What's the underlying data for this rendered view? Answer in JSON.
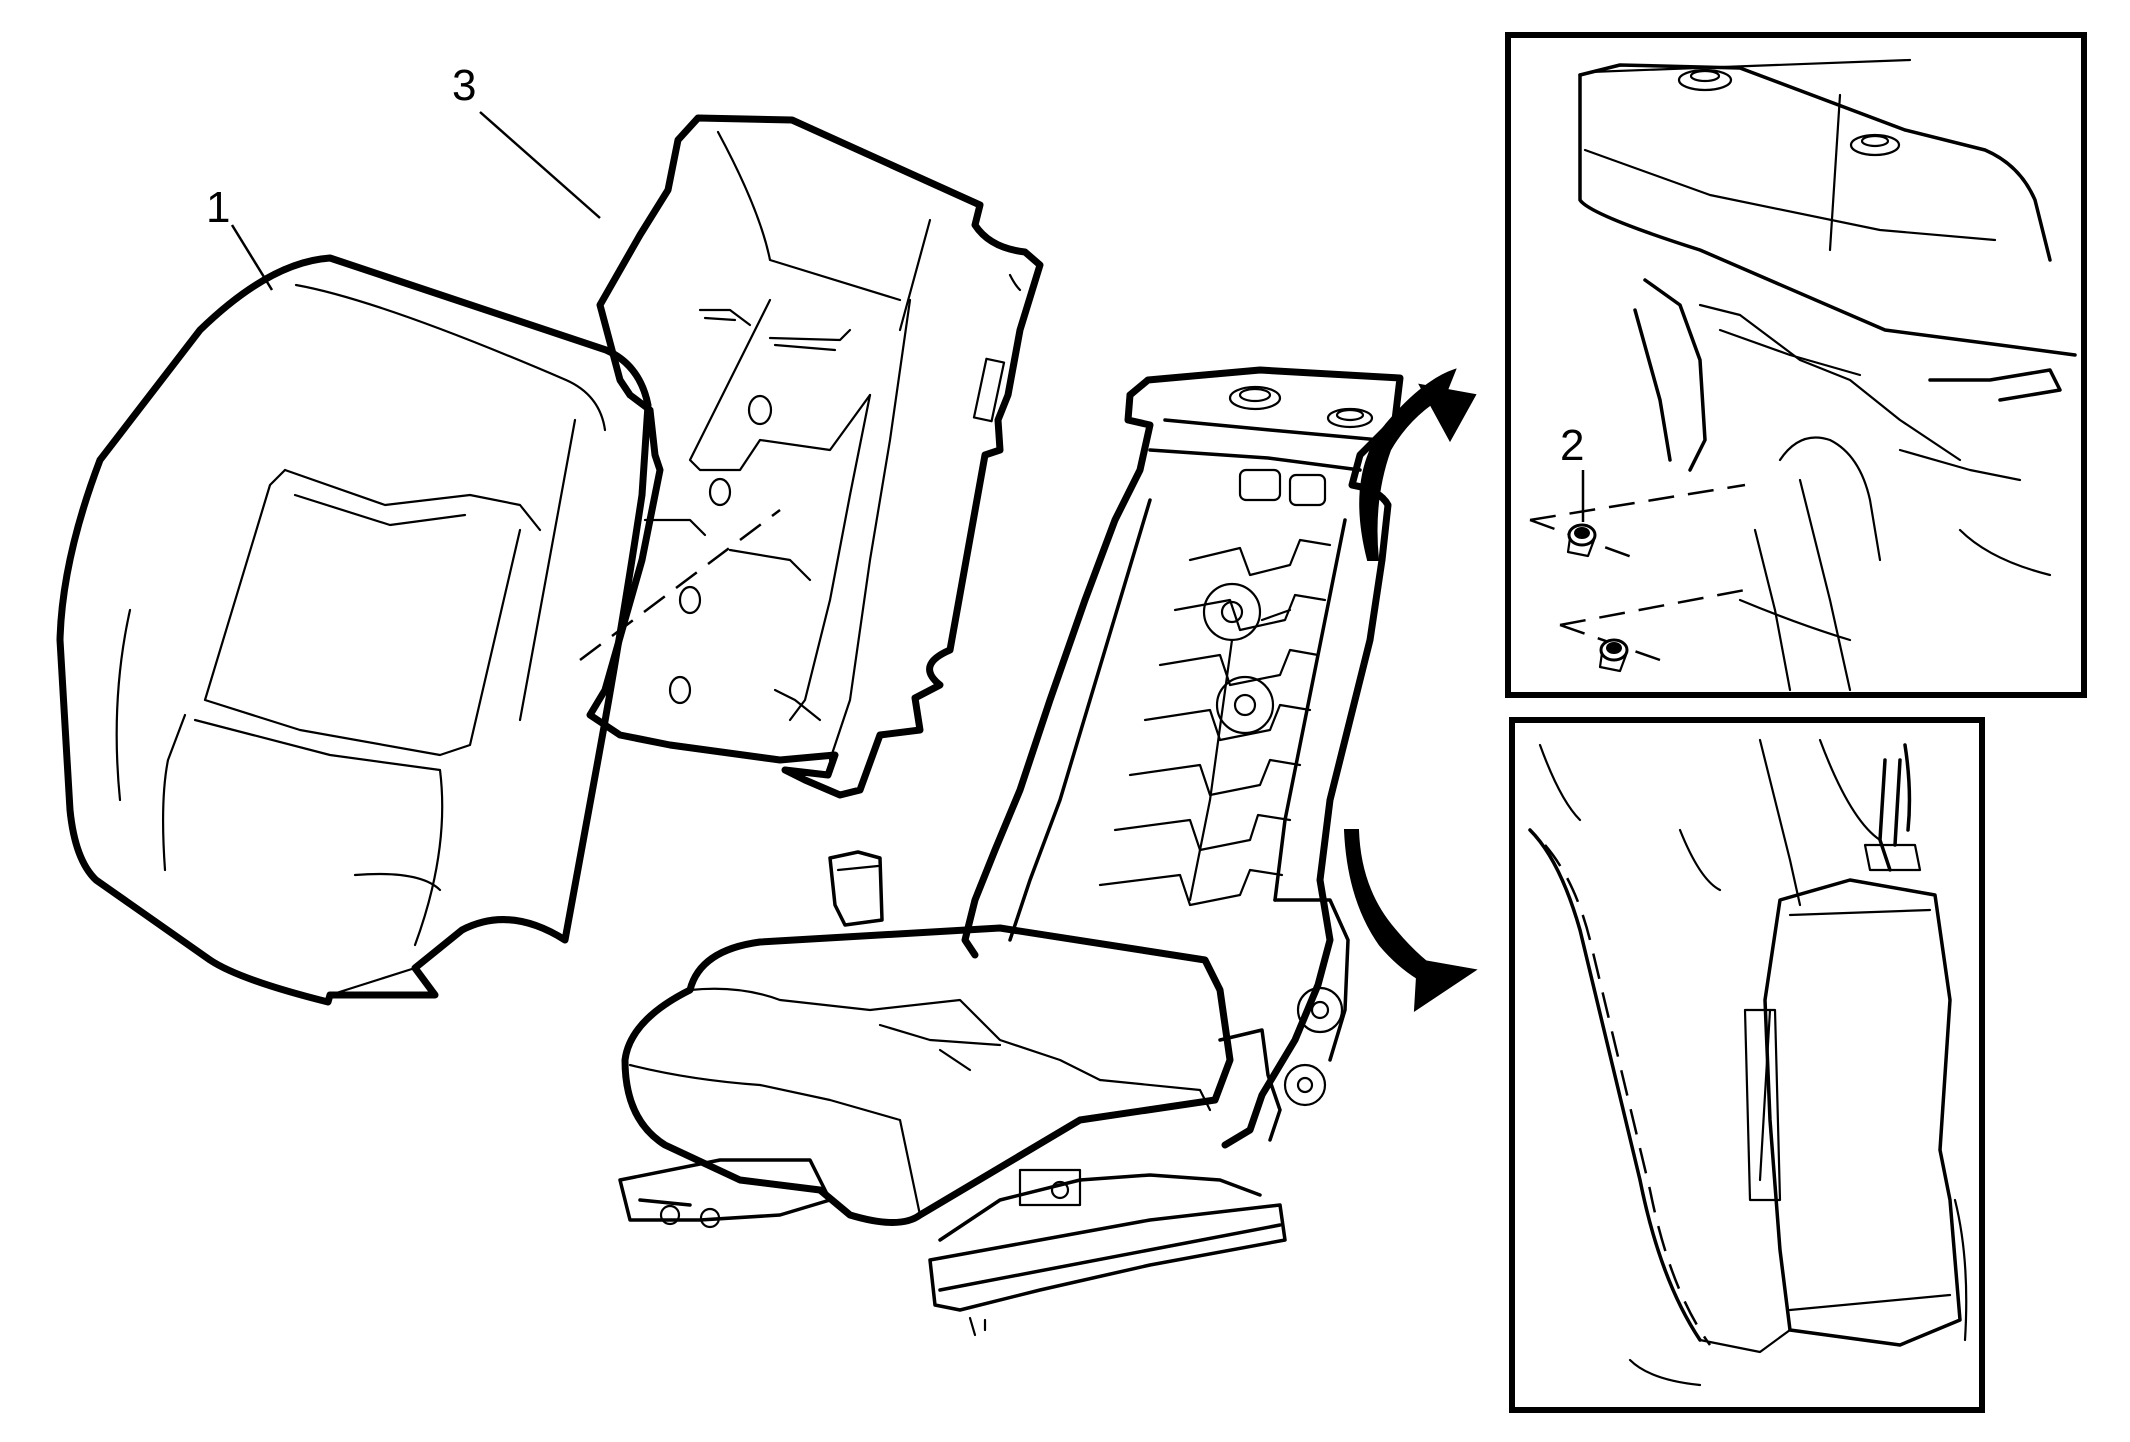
{
  "callouts": {
    "cover_label": "1",
    "fastener_label": "2",
    "panel_label": "3"
  },
  "colors": {
    "line": "#000000",
    "background": "#ffffff"
  },
  "icons": [
    "rotate-up-arrow-icon",
    "rotate-down-arrow-icon"
  ]
}
